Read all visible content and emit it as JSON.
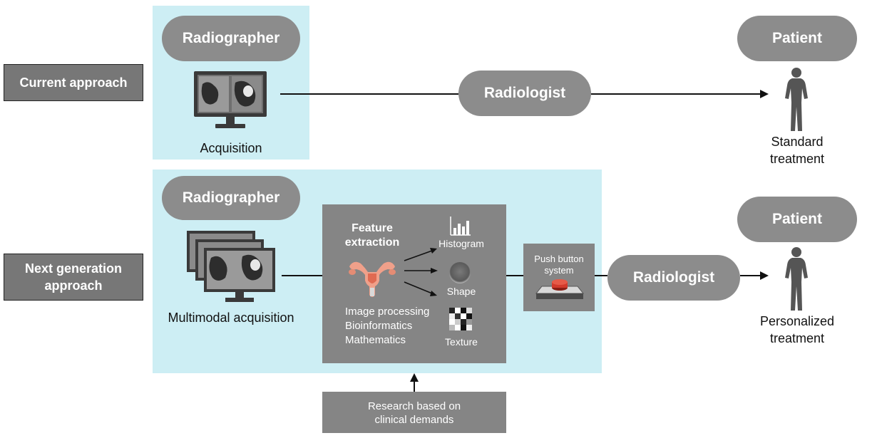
{
  "left_labels": {
    "current": "Current approach",
    "next_line1": "Next generation",
    "next_line2": "approach"
  },
  "current": {
    "radiographer": "Radiographer",
    "acquisition": "Acquisition",
    "radiologist": "Radiologist",
    "patient": "Patient",
    "outcome_line1": "Standard",
    "outcome_line2": "treatment"
  },
  "next": {
    "radiographer": "Radiographer",
    "acquisition": "Multimodal acquisition",
    "feature_line1": "Feature",
    "feature_line2": "extraction",
    "histogram": "Histogram",
    "shape": "Shape",
    "texture": "Texture",
    "methods": [
      "Image processing",
      "Bioinformatics",
      "Mathematics"
    ],
    "push_line1": "Push button",
    "push_line2": "system",
    "radiologist": "Radiologist",
    "patient": "Patient",
    "outcome_line1": "Personalized",
    "outcome_line2": "treatment"
  },
  "research": {
    "line1": "Research based on",
    "line2": "clinical demands"
  },
  "colors": {
    "panel": "#cdeef4",
    "pill": "#8c8c8c",
    "box": "#858585",
    "button_red": "#d33a2c"
  }
}
